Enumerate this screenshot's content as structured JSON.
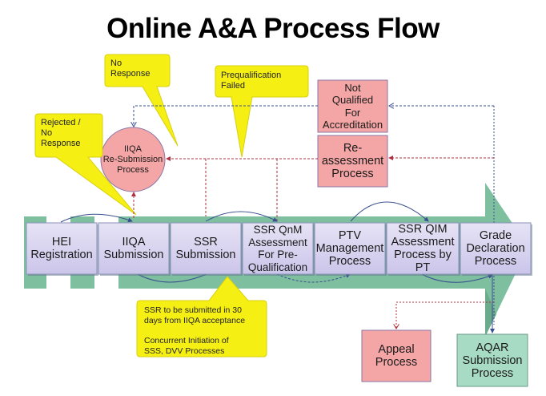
{
  "title": "Online A&A Process Flow",
  "colors": {
    "arrow_band": "#7dbf9f",
    "step_box": "#d7d3ee",
    "pink_box": "#f4a5a5",
    "green_box": "#a8dbc4",
    "callout": "#f5ef14",
    "connector_blue": "#3a4f8f",
    "connector_red": "#b03040"
  },
  "steps": [
    {
      "label": "HEI\nRegistration"
    },
    {
      "label": "IIQA\nSubmission"
    },
    {
      "label": "SSR\nSubmission"
    },
    {
      "label": "SSR QnM\nAssessment\nFor Pre-\nQualification"
    },
    {
      "label": "PTV\nManagement\nProcess"
    },
    {
      "label": "SSR QIM\nAssessment\nProcess by PT"
    },
    {
      "label": "Grade\nDeclaration\nProcess"
    }
  ],
  "side_boxes": {
    "iiqa_resubmission": "IIQA\nRe-Submission\nProcess",
    "not_qualified": "Not\nQualified\nFor\nAccreditation",
    "reassessment": "Re-\nassessment\nProcess",
    "appeal": "Appeal\nProcess",
    "aqar": "AQAR\nSubmission\nProcess"
  },
  "callouts": {
    "rejected": "Rejected /\nNo\nResponse",
    "no_response": "No\nResponse",
    "prequal_failed": "Prequalification\nFailed",
    "ssr_note_1": "SSR to be submitted in 30\ndays from IIQA  acceptance",
    "ssr_note_2": "Concurrent Initiation of\nSSS, DVV Processes"
  }
}
